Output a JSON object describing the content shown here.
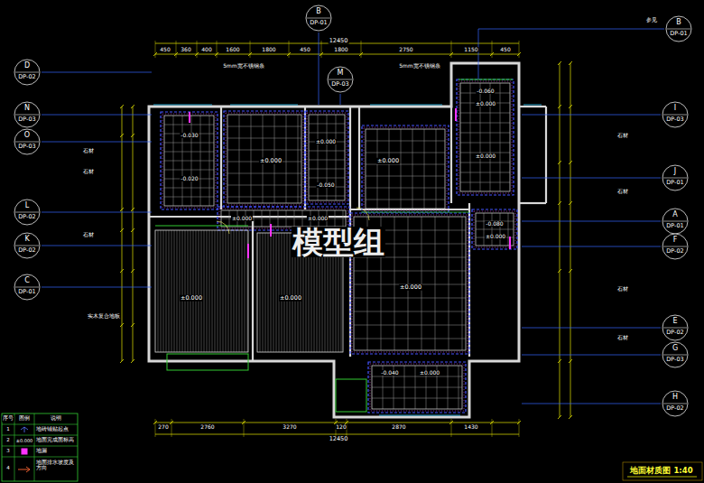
{
  "diagram": {
    "title": "地面材质图 1:40",
    "nodes": [
      {
        "text": [
          "B",
          "DP-01"
        ]
      },
      {
        "text": [
          "B",
          "DP-01"
        ]
      },
      {
        "text": [
          "M",
          "DP-03"
        ]
      },
      {
        "text": [
          "D",
          "DP-02"
        ]
      },
      {
        "text": [
          "N",
          "DP-03"
        ]
      },
      {
        "text": [
          "I",
          "DP-03"
        ]
      },
      {
        "text": [
          "O",
          "DP-03"
        ]
      },
      {
        "text": [
          "J",
          "DP-01"
        ]
      },
      {
        "text": [
          "L",
          "DP-02"
        ]
      },
      {
        "text": [
          "A",
          "DP-01"
        ]
      },
      {
        "text": [
          "K",
          "DP-02"
        ]
      },
      {
        "text": [
          "F",
          "DP-02"
        ]
      },
      {
        "text": [
          "C",
          "DP-01"
        ]
      },
      {
        "text": [
          "E",
          "DP-02"
        ]
      },
      {
        "text": [
          "G",
          "DP-03"
        ]
      },
      {
        "text": [
          "H",
          "DP-02"
        ]
      }
    ],
    "labels": [
      "模型组",
      "12450",
      "450",
      "360",
      "400",
      "1600",
      "1800",
      "450",
      "1800",
      "2750",
      "1150",
      "450",
      "270",
      "2760",
      "3270",
      "120",
      "2870",
      "1430",
      "12450",
      "±0.000",
      "±0.000",
      "±0.000",
      "-0.050",
      "-0.020",
      "-0.030",
      "±0.000",
      "±0.000",
      "±0.000",
      "±0.000",
      "±0.000",
      "±0.000",
      "-0.060",
      "±0.000",
      "-0.080",
      "±0.000",
      "-0.040",
      "±0.000",
      "5mm宽不锈钢条",
      "5mm宽不锈钢条",
      "参见",
      "实木复合地板",
      "石材",
      "石材",
      "石材",
      "石材",
      "石材",
      "石材",
      "石材",
      "序号",
      "图例",
      "说明",
      "1",
      "2",
      "3",
      "4",
      "±0.000"
    ],
    "legend": [
      {
        "text": "地砖铺贴起点"
      },
      {
        "text": "地面完成面标高"
      },
      {
        "text": "地漏"
      },
      {
        "text": "地面排水坡度及方向"
      }
    ]
  }
}
